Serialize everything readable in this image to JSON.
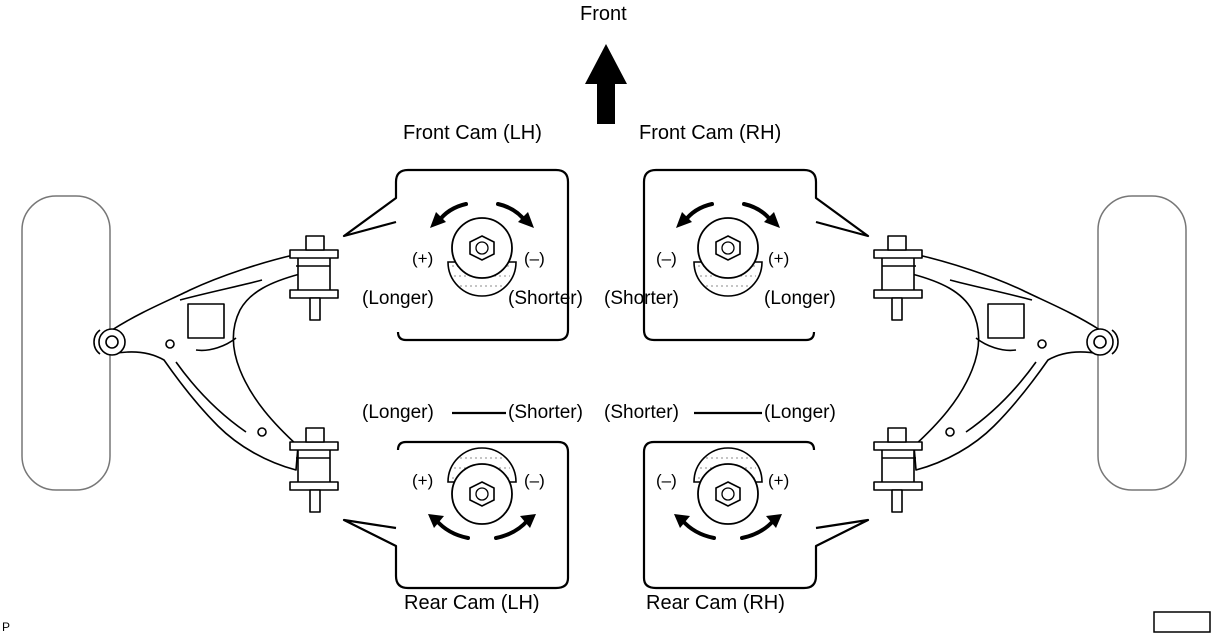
{
  "direction_label": "Front",
  "front_cam_lh": {
    "title": "Front Cam (LH)",
    "plus": "(+)",
    "minus": "(–)",
    "longer": "(Longer)",
    "shorter": "(Shorter)"
  },
  "front_cam_rh": {
    "title": "Front Cam (RH)",
    "plus": "(+)",
    "minus": "(–)",
    "longer": "(Longer)",
    "shorter": "(Shorter)"
  },
  "rear_cam_lh": {
    "title": "Rear Cam (LH)",
    "plus": "(+)",
    "minus": "(–)",
    "longer": "(Longer)",
    "shorter": "(Shorter)"
  },
  "rear_cam_rh": {
    "title": "Rear Cam (RH)",
    "plus": "(+)",
    "minus": "(–)",
    "longer": "(Longer)",
    "shorter": "(Shorter)"
  },
  "corner_mark": "P",
  "colors": {
    "ink": "#000000",
    "paper": "#ffffff",
    "tire_stroke": "#888888"
  }
}
